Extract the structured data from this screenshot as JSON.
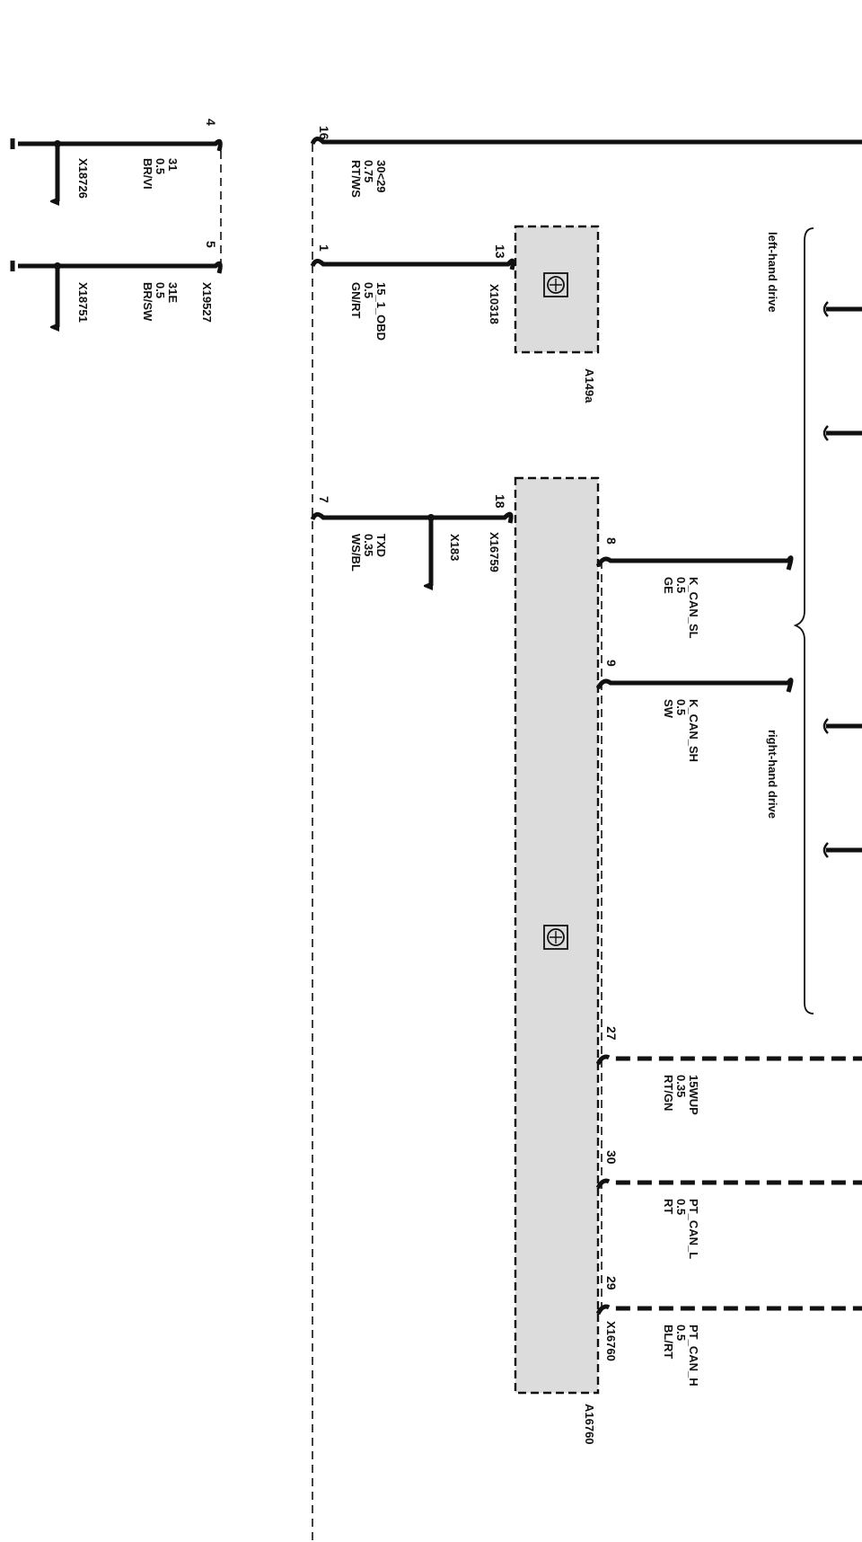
{
  "diagram": {
    "top_wire": {
      "pin": "16",
      "label_lines": [
        "30<29",
        "0.75",
        "RT/WS"
      ]
    },
    "ground_wires": [
      {
        "pin": "4",
        "label_lines": [
          "31",
          "0.5",
          "BR/VI"
        ],
        "ref": "X18726"
      },
      {
        "pin": "5",
        "label_lines": [
          "31E",
          "0.5",
          "BR/SW"
        ],
        "ref": "X18751",
        "connector": "X19527"
      }
    ],
    "obd_wire": {
      "pin": "1",
      "label_lines": [
        "15_1_OBD",
        "0.5",
        "GN/RT"
      ]
    },
    "module_a149a": {
      "name": "A149a",
      "pin": "13",
      "connector": "X10318"
    },
    "module_a16760": {
      "name": "A16760",
      "connector_top": "X16759",
      "pin_top": "18",
      "connector_bottom": "X16760"
    },
    "txd_wire": {
      "pin": "7",
      "label_lines": [
        "TXD",
        "0.35",
        "WS/BL"
      ],
      "ref": "X183"
    },
    "can_wires": [
      {
        "pin": "8",
        "label_lines": [
          "K_CAN_SL",
          "0.5",
          "GE"
        ]
      },
      {
        "pin": "9",
        "label_lines": [
          "K_CAN_SH",
          "0.5",
          "SW"
        ]
      },
      {
        "pin": "27",
        "label_lines": [
          "15WUP",
          "0.35",
          "RT/GN"
        ]
      },
      {
        "pin": "30",
        "label_lines": [
          "PT_CAN_L",
          "0.5",
          "RT"
        ]
      },
      {
        "pin": "29",
        "label_lines": [
          "PT_CAN_H",
          "0.5",
          "BL/RT"
        ]
      }
    ],
    "notes": {
      "left_hand": "left-hand drive",
      "right_hand": "right-hand drive"
    }
  }
}
